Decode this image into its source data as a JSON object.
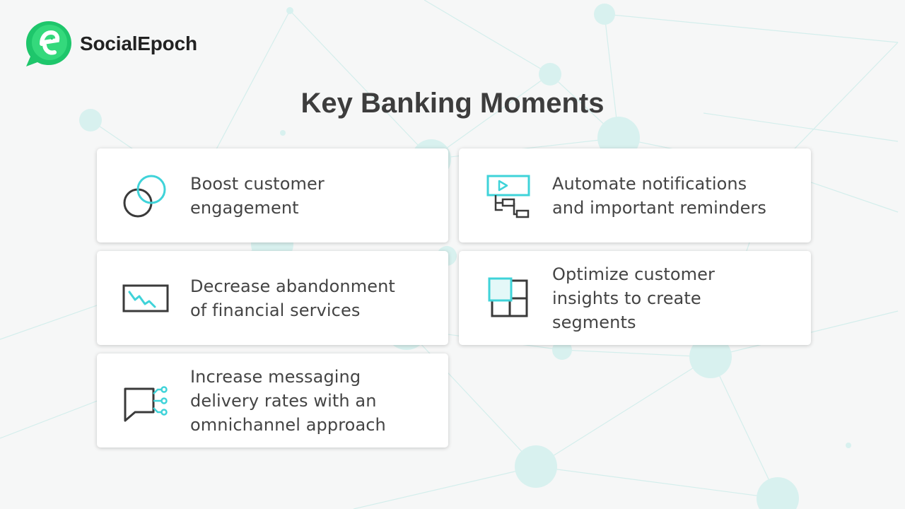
{
  "brand": {
    "name": "SocialEpoch"
  },
  "title": "Key Banking Moments",
  "colors": {
    "accent": "#3fd3d9",
    "icon_stroke": "#3a3a3a",
    "text": "#444444"
  },
  "cards": [
    {
      "lines": [
        "Boost customer",
        "engagement"
      ],
      "icon": "linked-circles-icon"
    },
    {
      "lines": [
        "Automate notifications",
        "and important reminders"
      ],
      "icon": "flow-play-icon"
    },
    {
      "lines": [
        "Decrease abandonment",
        "of financial services"
      ],
      "icon": "declining-chart-icon"
    },
    {
      "lines": [
        "Optimize customer",
        "insights to create",
        "segments"
      ],
      "icon": "segments-grid-icon"
    },
    {
      "lines": [
        "Increase messaging",
        "delivery rates with an",
        "omnichannel approach"
      ],
      "icon": "chat-channels-icon"
    }
  ]
}
